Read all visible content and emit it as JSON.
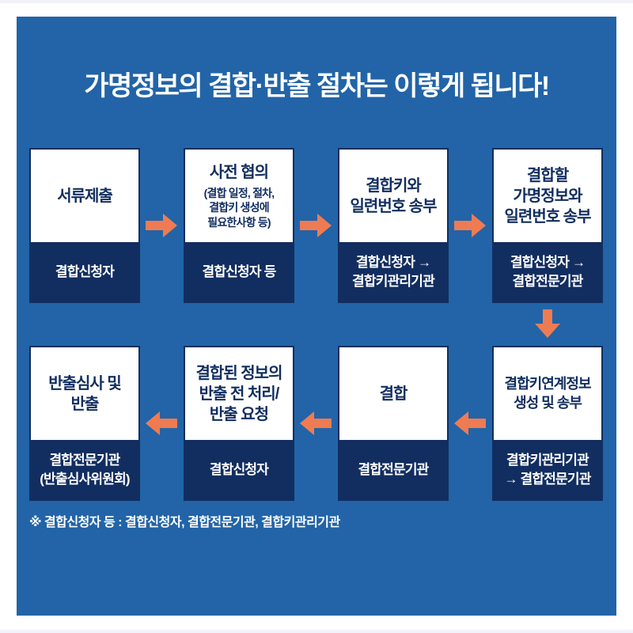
{
  "title": "가명정보의 결합·반출 절차는 이렇게 됩니다!",
  "colors": {
    "panel_bg": "#2264a7",
    "navy": "#122e60",
    "orange": "#ef7b52",
    "white": "#ffffff"
  },
  "steps": [
    {
      "title": "서류제출",
      "subtitle": "",
      "actor": "결합신청자"
    },
    {
      "title": "사전 협의",
      "subtitle": "(결합 일정, 절차,\n결합키 생성에\n필요한사항 등)",
      "actor": "결합신청자 등"
    },
    {
      "title": "결합키와\n일련번호 송부",
      "subtitle": "",
      "actor": "결합신청자 →\n결합키관리기관"
    },
    {
      "title": "결합할\n가명정보와\n일련번호 송부",
      "subtitle": "",
      "actor": "결합신청자 →\n결합전문기관"
    },
    {
      "title": "결합키연계정보\n생성 및 송부",
      "subtitle": "",
      "actor": "결합키관리기관\n→ 결합전문기관"
    },
    {
      "title": "결합",
      "subtitle": "",
      "actor": "결합전문기관"
    },
    {
      "title": "결합된 정보의\n반출 전 처리/\n반출 요청",
      "subtitle": "",
      "actor": "결합신청자"
    },
    {
      "title": "반출심사 및\n반출",
      "subtitle": "",
      "actor": "결합전문기관\n(반출심사위원회)"
    }
  ],
  "icons": [
    {
      "name": "arrow-right-icon",
      "glyph": "→"
    },
    {
      "name": "arrow-down-icon",
      "glyph": "↓"
    },
    {
      "name": "arrow-left-icon",
      "glyph": "←"
    }
  ],
  "footnote": "※ 결합신청자 등 : 결합신청자, 결합전문기관, 결합키관리기관"
}
